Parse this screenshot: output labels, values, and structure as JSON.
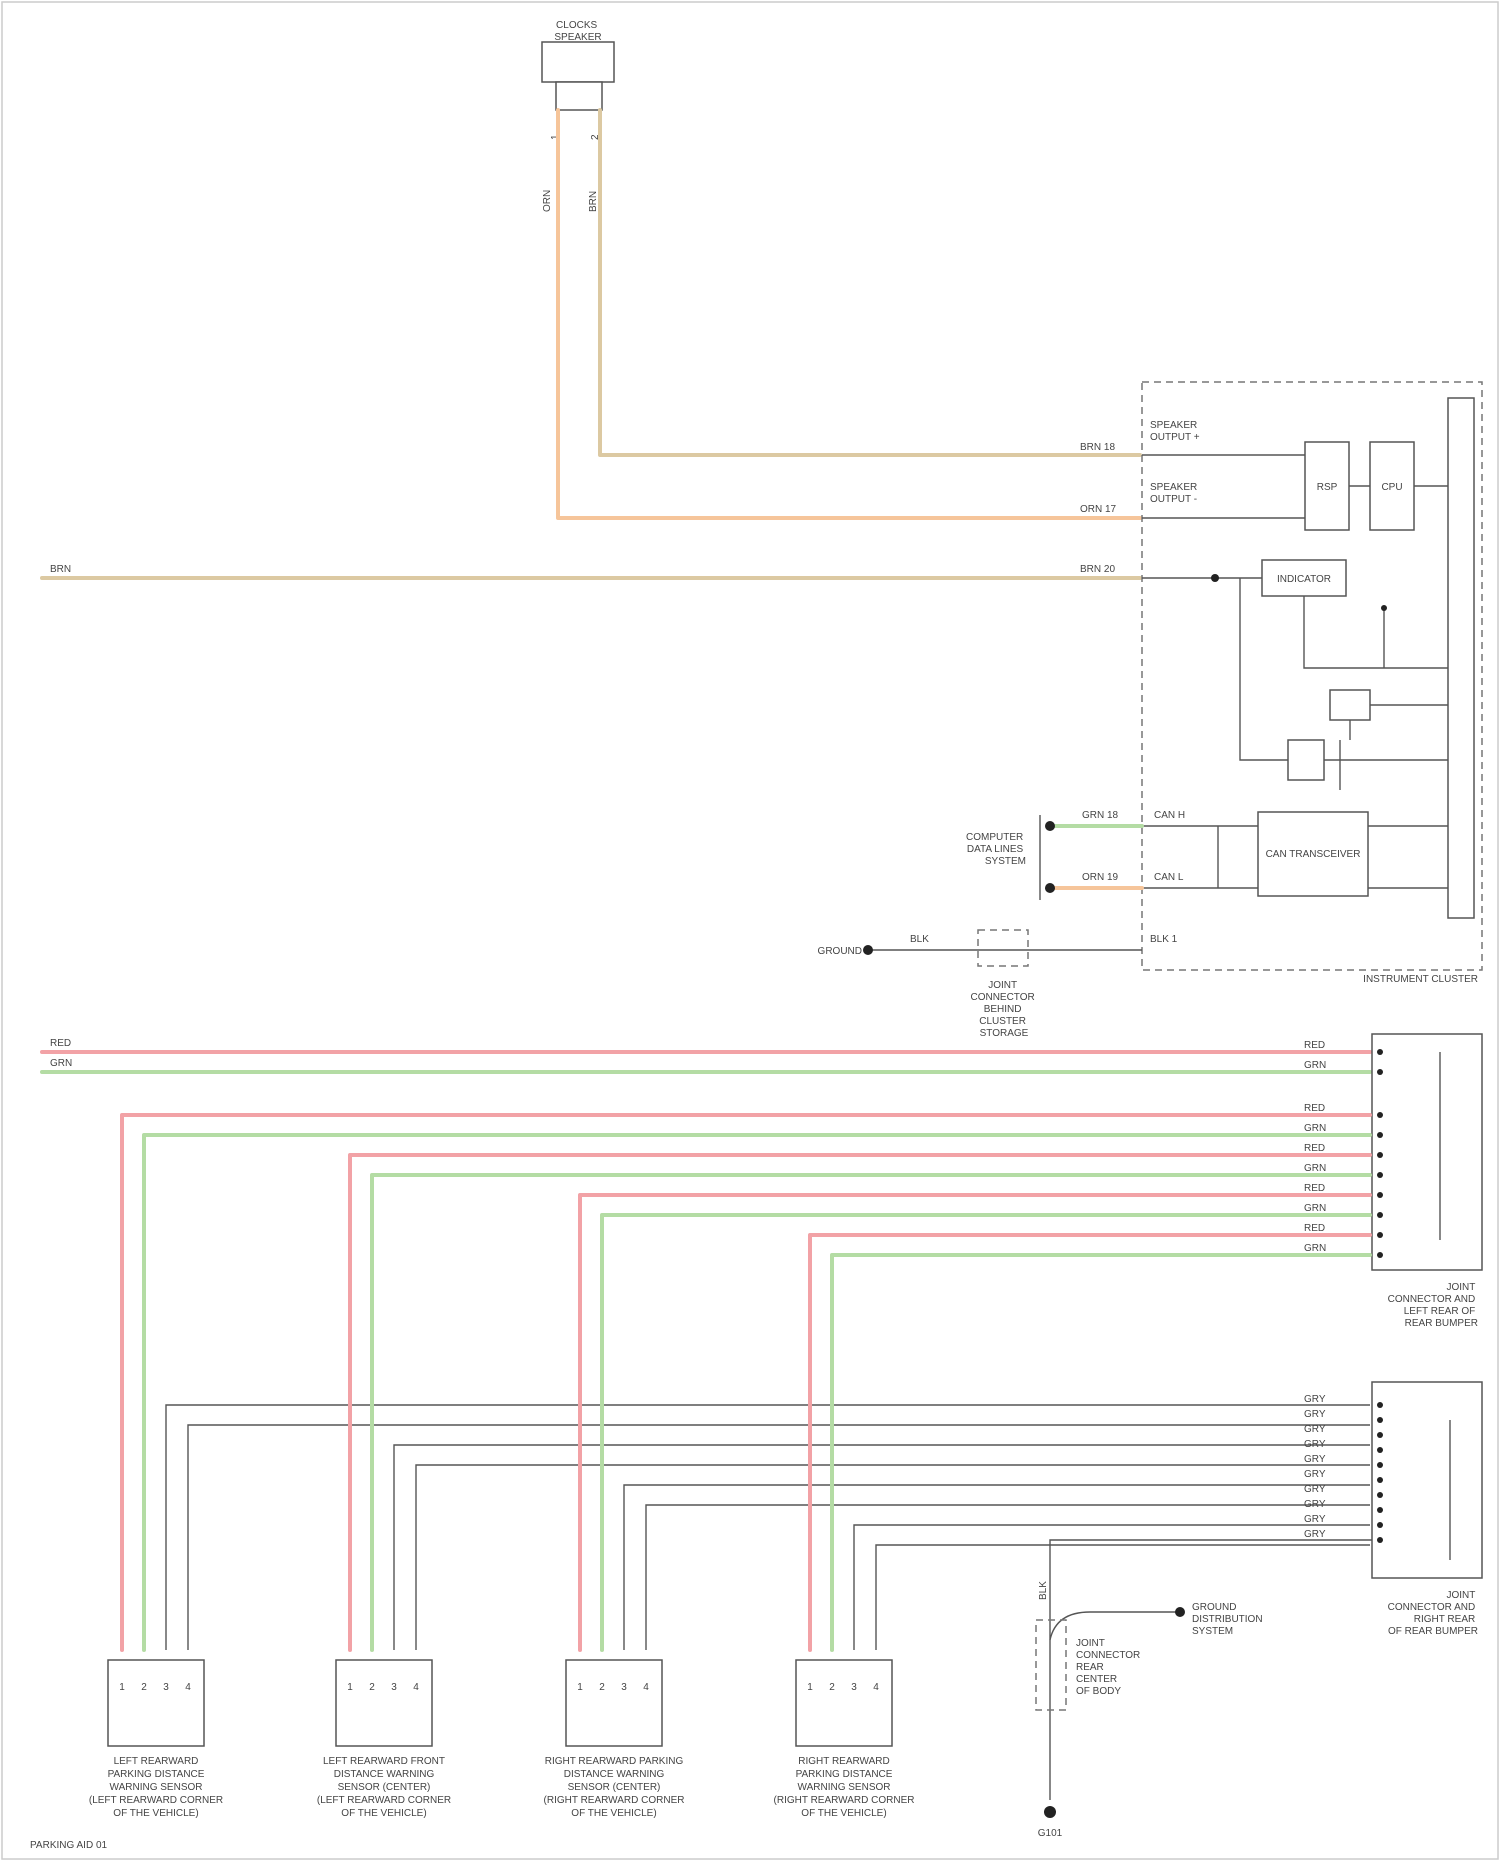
{
  "title": "Parking Aid Wiring Diagram",
  "colors": {
    "wire_red": "#f2a2a6",
    "wire_green": "#b4dca4",
    "wire_orange": "#f6c59a",
    "wire_tan": "#dcc9a2",
    "wire_gray": "#999999",
    "line": "#555555",
    "background": "#ffffff"
  },
  "labels": {
    "top_speaker": "CLOCKS\nSPEAKER",
    "instrument_cluster": "INSTRUMENT CLUSTER",
    "indicator": "INDICATOR",
    "speaker_a": "SPEAKER\nOUTPUT +",
    "speaker_b": "SPEAKER\nOUTPUT -",
    "rsp": "RSP",
    "cpu": "CPU",
    "can_transceiver": "CAN TRANSCEIVER",
    "can_h": "CAN H",
    "can_l": "CAN L",
    "computer_data_lines": "COMPUTER\nDATA LINES\nSYSTEM",
    "ground_left": "GROUND",
    "joint_connector_cluster": "JOINT\nCONNECTOR\nBEHIND\nCLUSTER\nSTORAGE",
    "joint_connector_lh": "JOINT\nCONNECTOR AND\nLEFT REAR OF\nREAR BUMPER",
    "joint_connector_rh": "JOINT\nCONNECTOR AND\nRIGHT REAR\nOF REAR BUMPER",
    "joint_connector_ground": "JOINT\nCONNECTOR\nREAR\nCENTER\nOF BODY",
    "ground_distribution": "GROUND\nDISTRIBUTION\nSYSTEM",
    "sensor_1": "LEFT REARWARD\nPARKING DISTANCE\nWARNING SENSOR\n(LEFT REARWARD CORNER\nOF THE VEHICLE)",
    "sensor_2": "LEFT REARWARD FRONT\nDISTANCE WARNING\nSENSOR (CENTER)\n(LEFT REARWARD CORNER\nOF THE VEHICLE)",
    "sensor_3": "RIGHT REARWARD PARKING\nDISTANCE WARNING\nSENSOR (CENTER)\n(RIGHT REARWARD CORNER\nOF THE VEHICLE)",
    "sensor_4": "RIGHT REARWARD\nPARKING DISTANCE\nWARNING SENSOR\n(RIGHT REARWARD CORNER\nOF THE VEHICLE)",
    "ground_bottom": "G101",
    "footer_code": "PARKING AID 01"
  },
  "wire_codes": {
    "top_left": "ORN",
    "top_right": "BRN",
    "spk_plus": "BRN 18",
    "spk_minus": "ORN 17",
    "power_feed": "BRN",
    "power_feed_right": "BRN 20",
    "can_h": "GRN 18",
    "can_l": "ORN 19",
    "ground_feed": "BLK",
    "cluster_ground": "BLK  1",
    "bus_red": "RED",
    "bus_green": "GRN",
    "joint_pins": [
      "RED",
      "GRN",
      "RED",
      "GRN",
      "RED",
      "GRN",
      "RED",
      "GRN",
      "RED",
      "GRN"
    ],
    "rh_pins": [
      "GRY",
      "GRY",
      "GRY",
      "GRY",
      "GRY",
      "GRY",
      "GRY",
      "GRY",
      "GRY",
      "GRY"
    ],
    "ground_wire": "BLK"
  },
  "pin_numbers": {
    "top": [
      "1",
      "2"
    ],
    "sensor": [
      "1",
      "2",
      "3",
      "4"
    ]
  }
}
